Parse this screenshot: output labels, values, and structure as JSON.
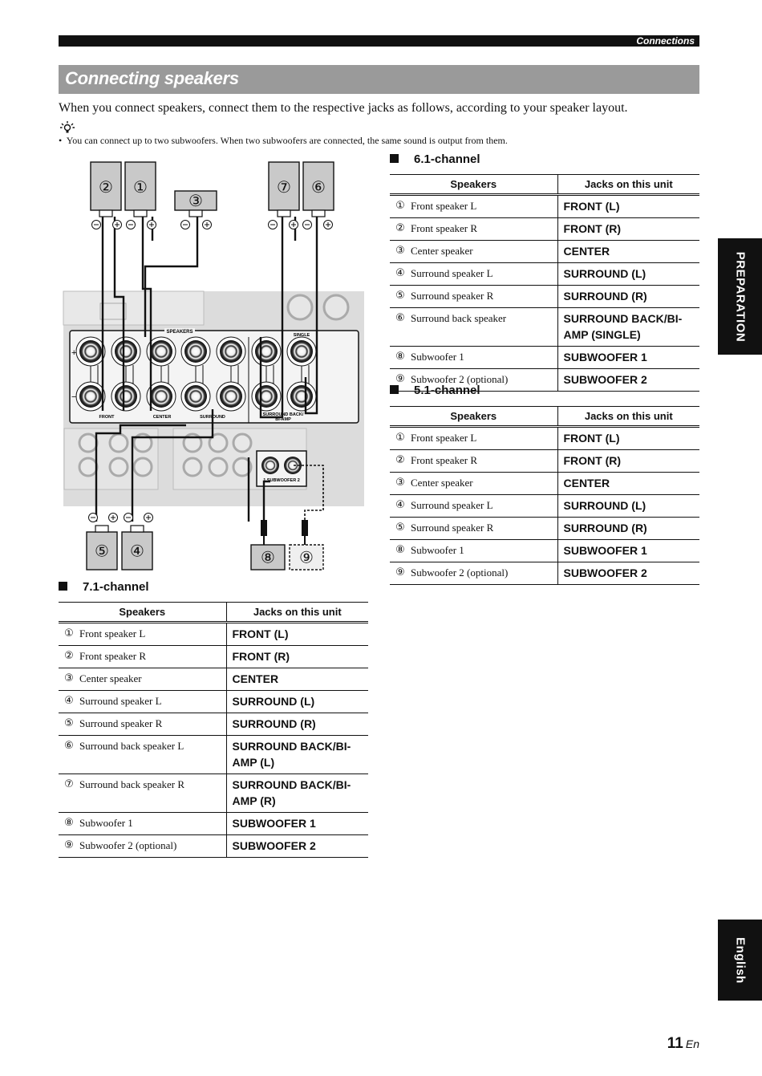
{
  "header": {
    "section": "Connections"
  },
  "title": "Connecting speakers",
  "intro": "When you connect speakers, connect them to the respective jacks as follows, according to your speaker layout.",
  "tip": "You can connect up to two subwoofers. When two subwoofers are connected, the same sound is output from them.",
  "diagram": {
    "labels": {
      "speakers": "SPEAKERS",
      "front": "FRONT",
      "center": "CENTER",
      "surround": "SURROUND",
      "surround_back": "SURROUND BACK/",
      "bi_amp": "BI-AMP",
      "single": "SINGLE",
      "subwoofer": "1  SUBWOOFER  2",
      "plus": "+",
      "minus": "−"
    },
    "speaker_numbers": [
      "②",
      "①",
      "③",
      "⑦",
      "⑥",
      "⑤",
      "④",
      "⑧",
      "⑨"
    ]
  },
  "tables": {
    "ch71": {
      "heading": "7.1-channel",
      "col_speakers": "Speakers",
      "col_jacks": "Jacks on this unit",
      "rows": [
        {
          "num": "①",
          "name": "Front speaker L",
          "jack": "FRONT (L)"
        },
        {
          "num": "②",
          "name": "Front speaker R",
          "jack": "FRONT (R)"
        },
        {
          "num": "③",
          "name": "Center speaker",
          "jack": "CENTER"
        },
        {
          "num": "④",
          "name": "Surround speaker L",
          "jack": "SURROUND (L)"
        },
        {
          "num": "⑤",
          "name": "Surround speaker R",
          "jack": "SURROUND (R)"
        },
        {
          "num": "⑥",
          "name": "Surround back speaker L",
          "jack": "SURROUND BACK/BI-AMP (L)"
        },
        {
          "num": "⑦",
          "name": "Surround back speaker R",
          "jack": "SURROUND BACK/BI-AMP (R)"
        },
        {
          "num": "⑧",
          "name": "Subwoofer 1",
          "jack": "SUBWOOFER 1"
        },
        {
          "num": "⑨",
          "name": "Subwoofer 2 (optional)",
          "jack": "SUBWOOFER 2"
        }
      ]
    },
    "ch61": {
      "heading": "6.1-channel",
      "col_speakers": "Speakers",
      "col_jacks": "Jacks on this unit",
      "rows": [
        {
          "num": "①",
          "name": "Front speaker L",
          "jack": "FRONT (L)"
        },
        {
          "num": "②",
          "name": "Front speaker R",
          "jack": "FRONT (R)"
        },
        {
          "num": "③",
          "name": "Center speaker",
          "jack": "CENTER"
        },
        {
          "num": "④",
          "name": "Surround speaker L",
          "jack": "SURROUND (L)"
        },
        {
          "num": "⑤",
          "name": "Surround speaker R",
          "jack": "SURROUND (R)"
        },
        {
          "num": "⑥",
          "name": "Surround back speaker",
          "jack": "SURROUND BACK/BI-AMP (SINGLE)"
        },
        {
          "num": "⑧",
          "name": "Subwoofer 1",
          "jack": "SUBWOOFER 1"
        },
        {
          "num": "⑨",
          "name": "Subwoofer 2 (optional)",
          "jack": "SUBWOOFER 2"
        }
      ]
    },
    "ch51": {
      "heading": "5.1-channel",
      "col_speakers": "Speakers",
      "col_jacks": "Jacks on this unit",
      "rows": [
        {
          "num": "①",
          "name": "Front speaker L",
          "jack": "FRONT (L)"
        },
        {
          "num": "②",
          "name": "Front speaker R",
          "jack": "FRONT (R)"
        },
        {
          "num": "③",
          "name": "Center speaker",
          "jack": "CENTER"
        },
        {
          "num": "④",
          "name": "Surround speaker L",
          "jack": "SURROUND (L)"
        },
        {
          "num": "⑤",
          "name": "Surround speaker R",
          "jack": "SURROUND (R)"
        },
        {
          "num": "⑧",
          "name": "Subwoofer 1",
          "jack": "SUBWOOFER 1"
        },
        {
          "num": "⑨",
          "name": "Subwoofer 2 (optional)",
          "jack": "SUBWOOFER 2"
        }
      ]
    }
  },
  "side_tabs": {
    "preparation": "PREPARATION",
    "english": "English"
  },
  "footer": {
    "page": "11",
    "lang": "En"
  }
}
